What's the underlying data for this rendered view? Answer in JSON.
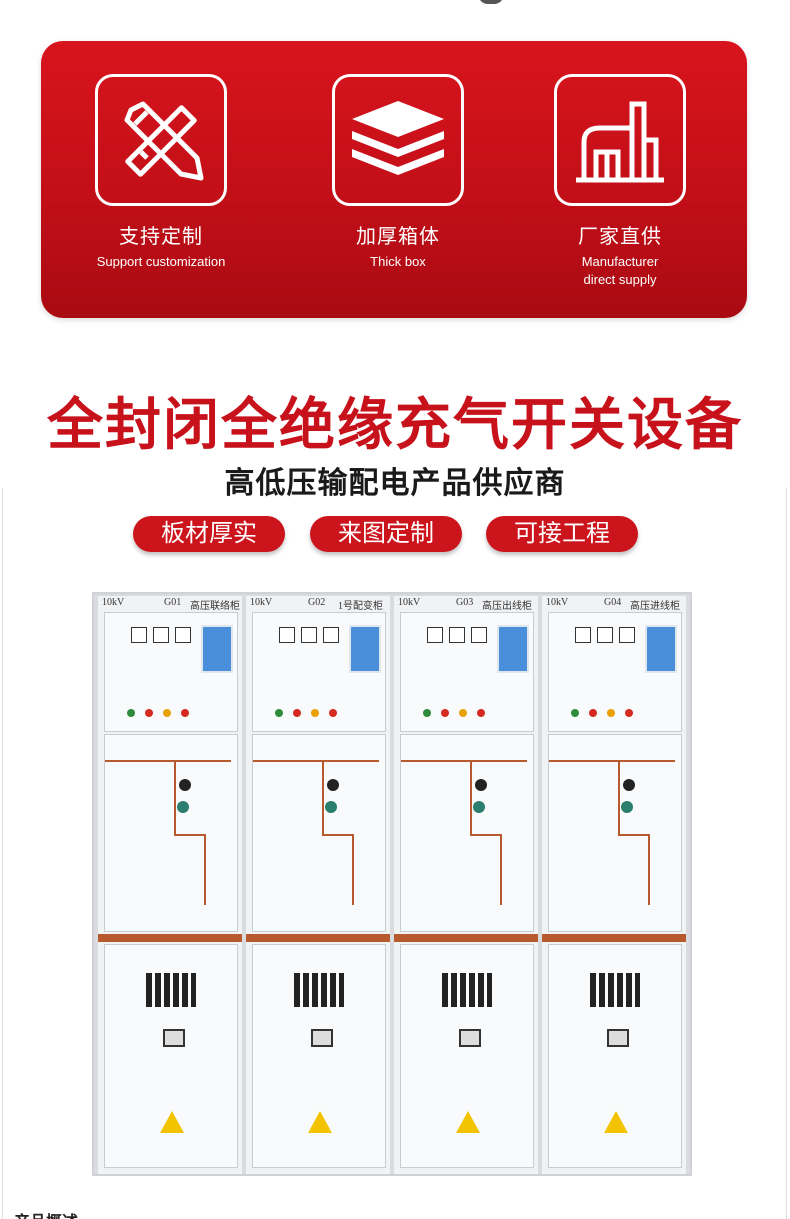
{
  "features": [
    {
      "icon": "pencil-ruler-icon",
      "cn": "支持定制",
      "en": "Support customization"
    },
    {
      "icon": "layers-icon",
      "cn": "加厚箱体",
      "en": "Thick box"
    },
    {
      "icon": "factory-icon",
      "cn": "厂家直供",
      "en": "Manufacturer direct supply"
    }
  ],
  "headline": "全封闭全绝缘充气开关设备",
  "subheadline": "高低压输配电产品供应商",
  "tags": [
    "板材厚实",
    "来图定制",
    "可接工程"
  ],
  "cabinets": [
    {
      "voltage": "10kV",
      "code": "G01",
      "name": "高压联络柜"
    },
    {
      "voltage": "10kV",
      "code": "G02",
      "name": "1号配变柜"
    },
    {
      "voltage": "10kV",
      "code": "G03",
      "name": "高压出线柜"
    },
    {
      "voltage": "10kV",
      "code": "G04",
      "name": "高压进线柜"
    }
  ],
  "bottom_text": "产品概述",
  "colors": {
    "brand_red": "#c8121b",
    "busbar": "#b85a2e"
  }
}
